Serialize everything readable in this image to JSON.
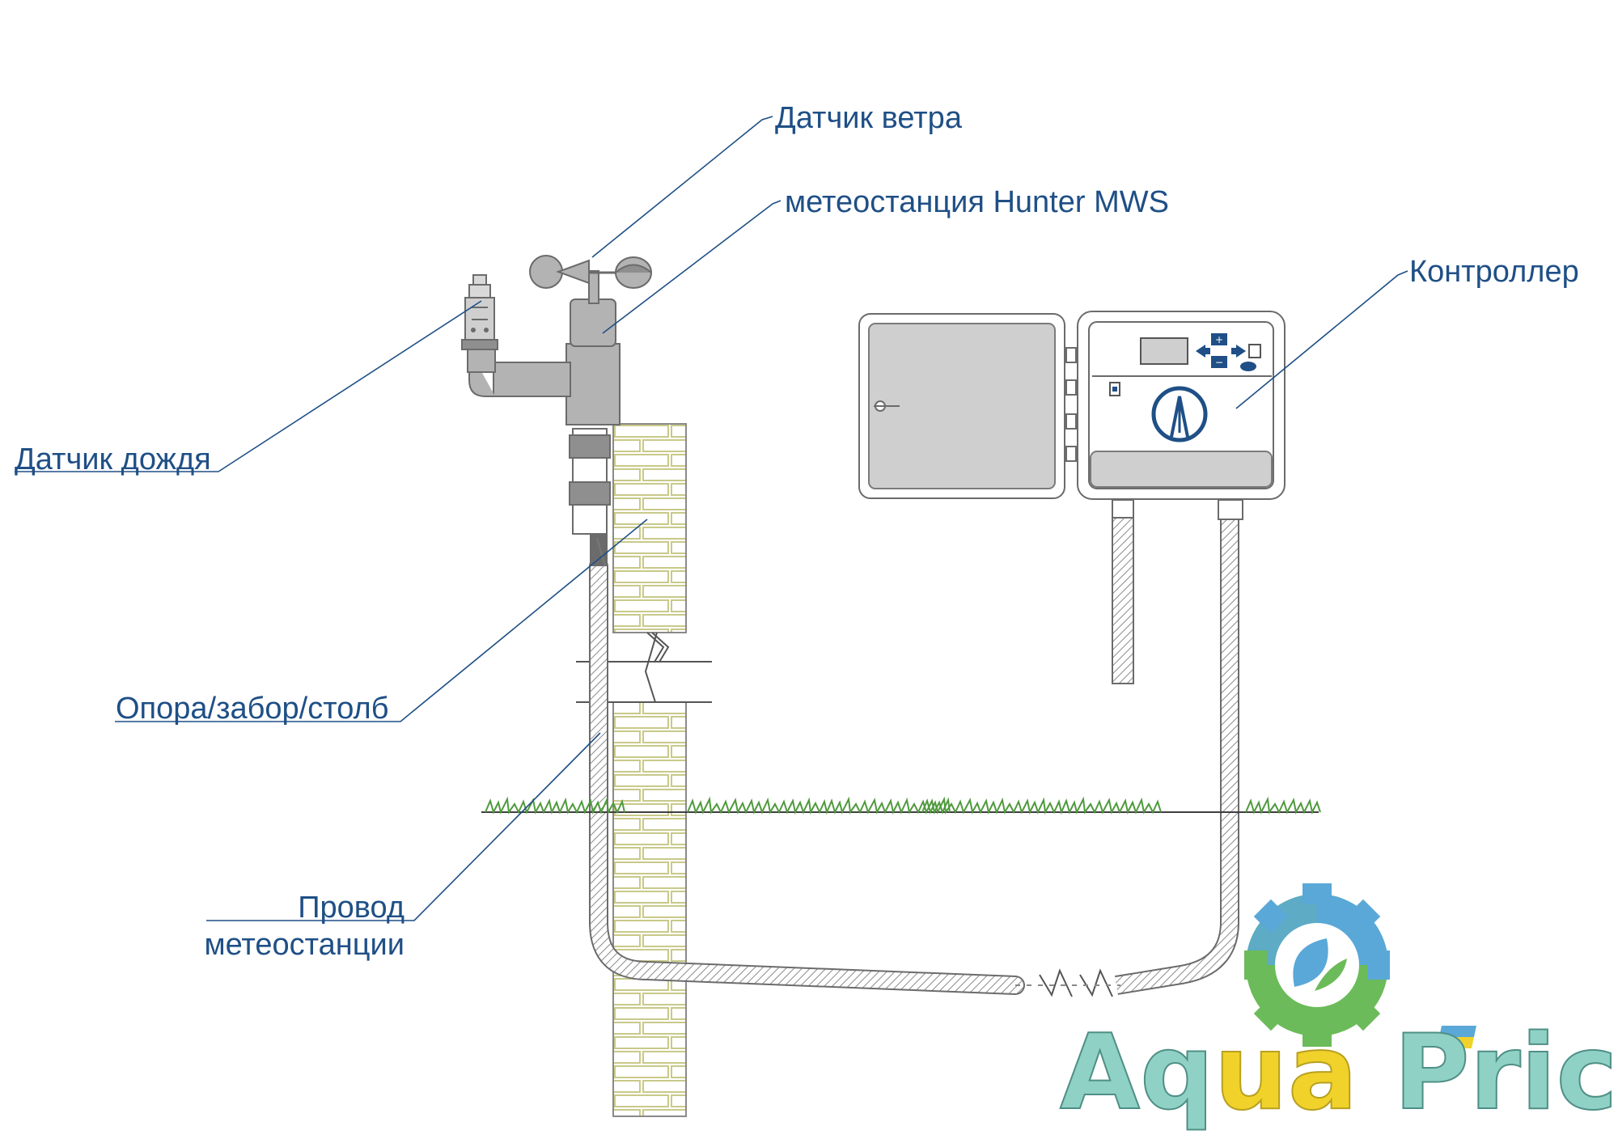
{
  "labels": {
    "wind_sensor": "Датчик ветра",
    "weather_station": "метеостанция Hunter MWS",
    "controller": "Контроллер",
    "rain_sensor": "Датчик дождя",
    "support": "Опора/забор/столб",
    "wire_line1": "Провод",
    "wire_line2": "метеостанции"
  },
  "controller_buttons": {
    "plus": "+",
    "minus": "−"
  },
  "logo": {
    "text_part1": "Aq",
    "text_part2": "ua",
    "text_part3": " Price"
  },
  "colors": {
    "label": "#1f4f86",
    "device_gray": "#b3b3b3",
    "brick_outline": "#c9c98a",
    "grass": "#4f9a3d",
    "logo_teal": "#8fd1c4",
    "logo_yellow": "#f0d22a",
    "logo_blue": "#5aa8d8",
    "logo_green": "#6cbb5a"
  }
}
